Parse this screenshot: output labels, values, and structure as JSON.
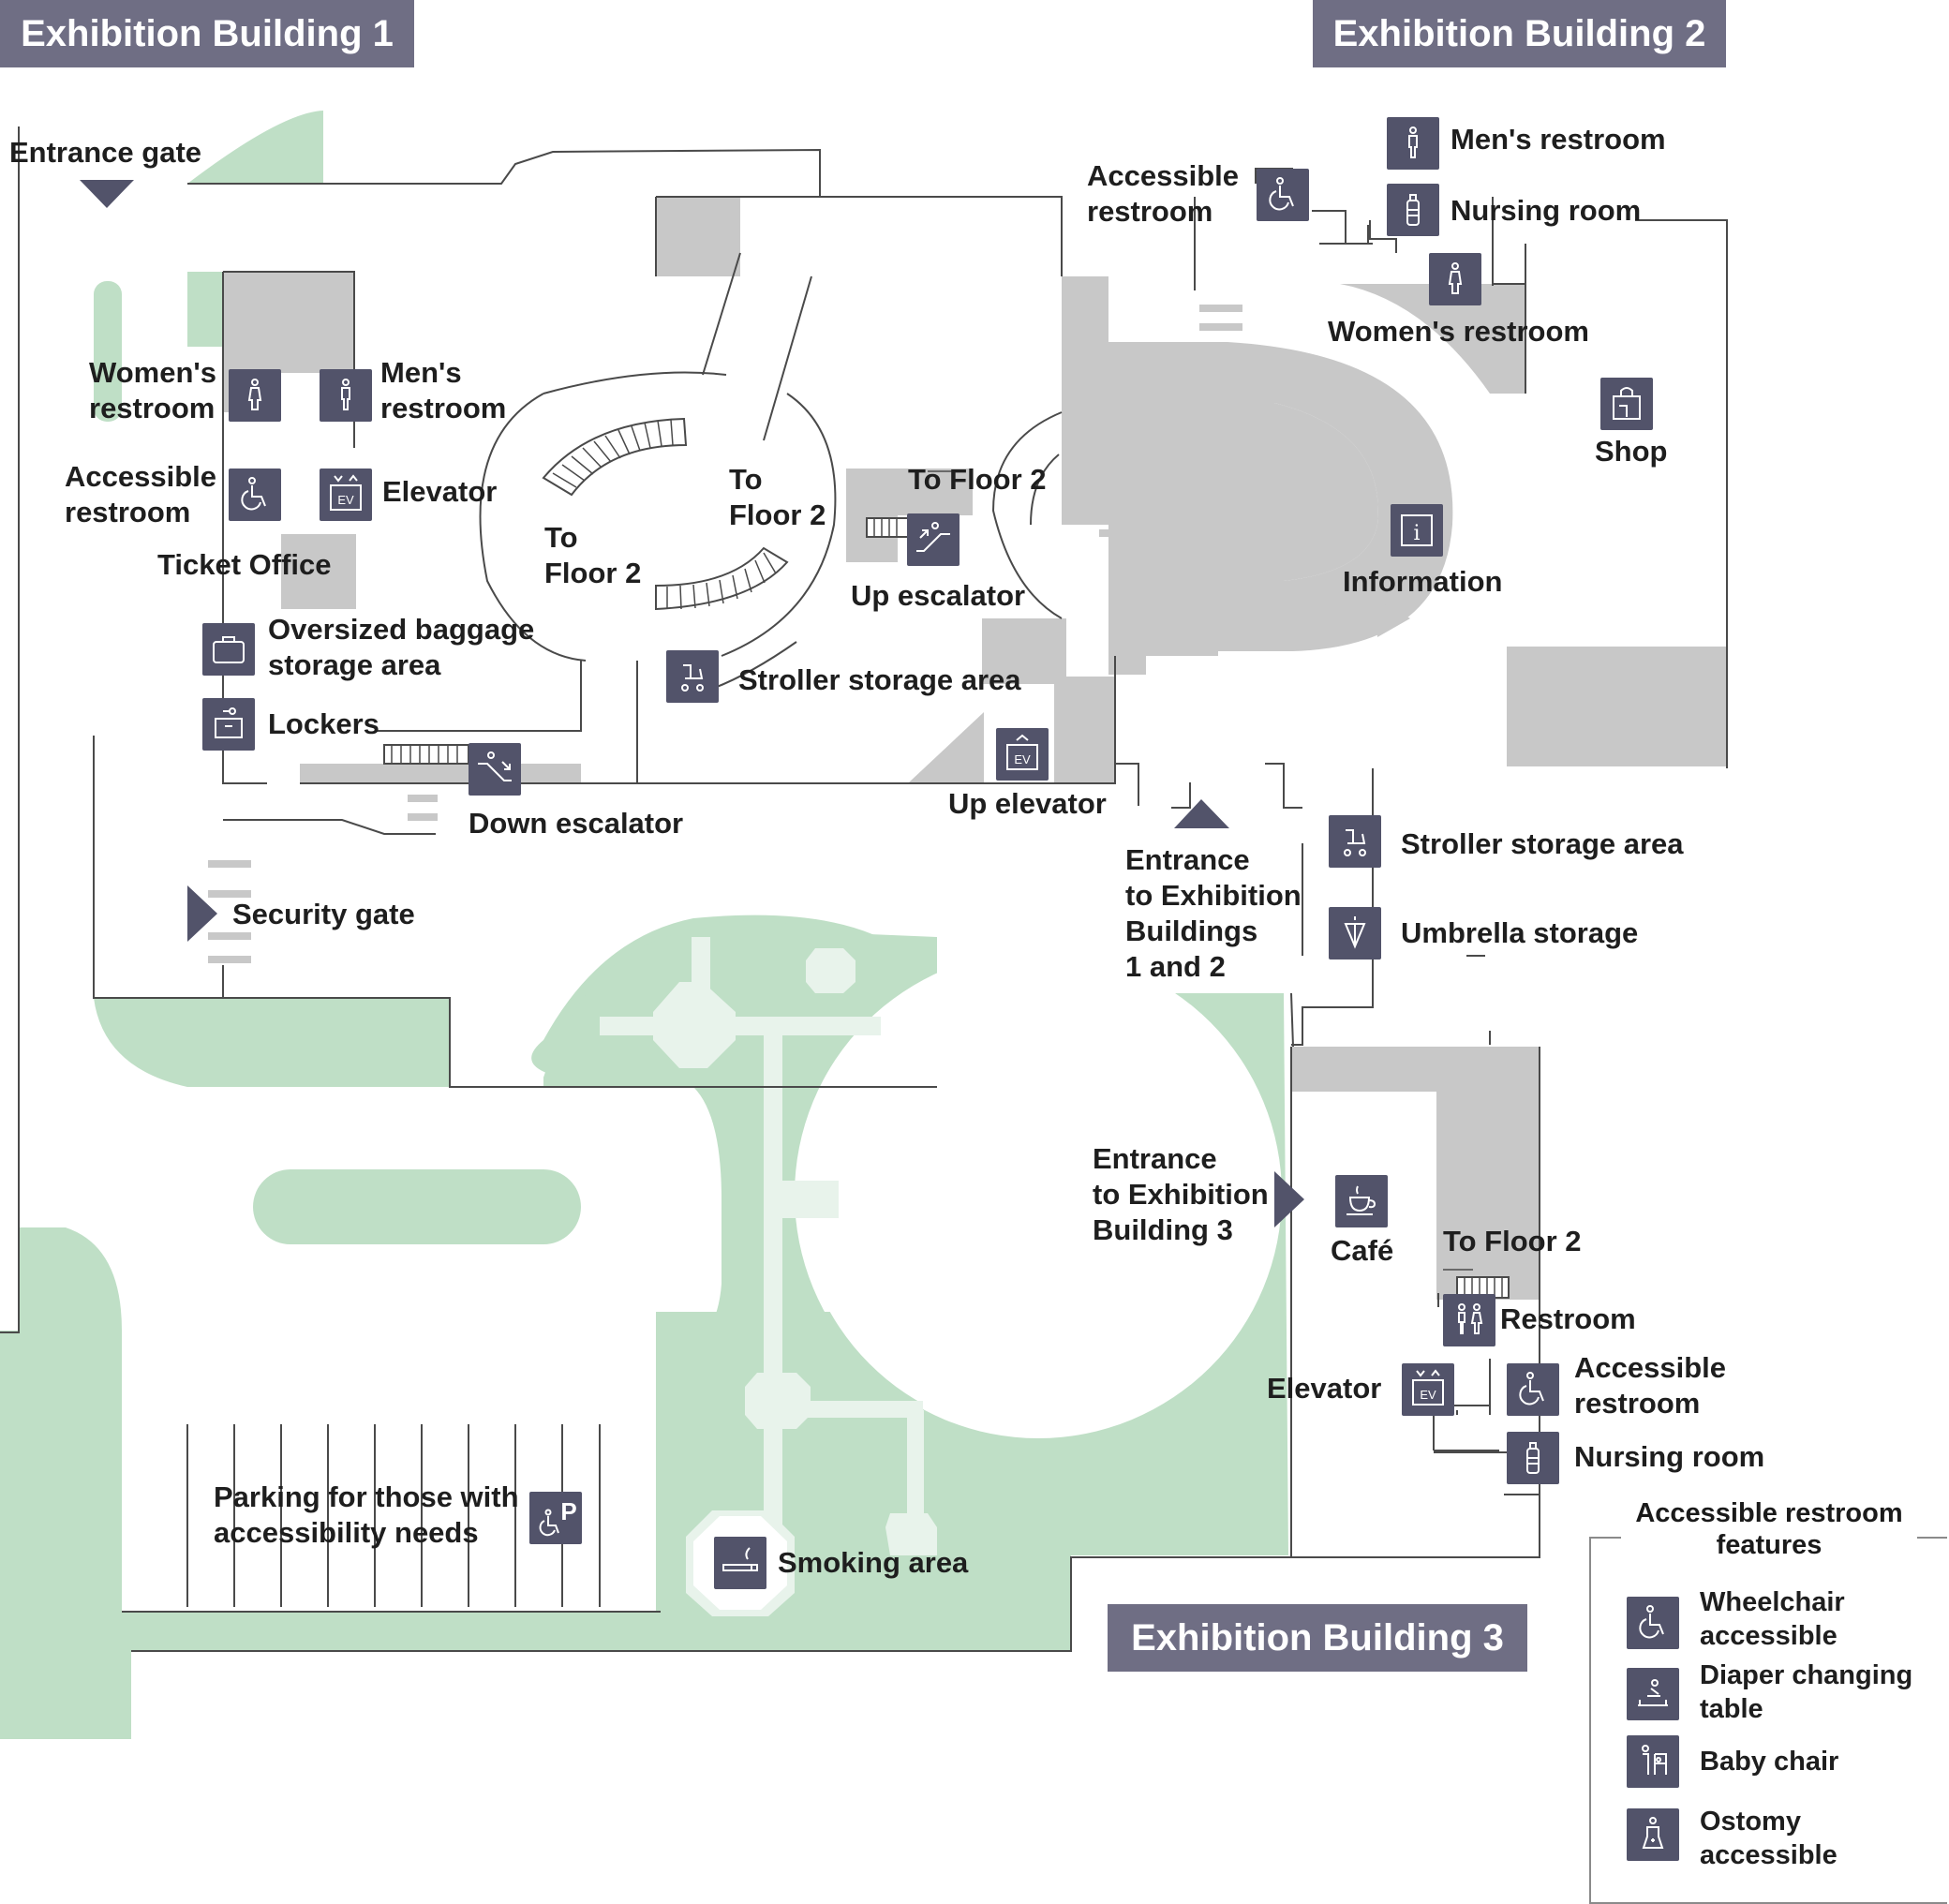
{
  "buildings": {
    "b1": "Exhibition Building 1",
    "b2": "Exhibition Building 2",
    "b3": "Exhibition Building 3"
  },
  "labels": {
    "entrance_gate": "Entrance gate",
    "womens_restroom_1": "Women's\nrestroom",
    "mens_restroom_1": "Men's\nrestroom",
    "accessible_restroom_1": "Accessible\nrestroom",
    "elevator_1": "Elevator",
    "ticket_office": "Ticket Office",
    "oversized_baggage": "Oversized baggage\nstorage area",
    "lockers": "Lockers",
    "down_escalator": "Down escalator",
    "security_gate": "Security gate",
    "to_floor2_a": "To\nFloor 2",
    "to_floor2_b": "To\nFloor 2",
    "to_floor2_c": "To Floor 2",
    "up_escalator": "Up escalator",
    "stroller_storage_1": "Stroller storage area",
    "up_elevator": "Up elevator",
    "accessible_restroom_2": "Accessible\nrestroom",
    "mens_restroom_2": "Men's restroom",
    "nursing_room_2": "Nursing room",
    "womens_restroom_2": "Women's restroom",
    "shop": "Shop",
    "information": "Information",
    "entrance_b12": "Entrance\nto Exhibition\nBuildings\n1 and 2",
    "stroller_storage_2": "Stroller storage area",
    "umbrella_storage": "Umbrella storage",
    "entrance_b3": "Entrance\nto Exhibition\nBuilding 3",
    "cafe": "Café",
    "to_floor2_d": "To Floor 2",
    "restroom_3": "Restroom",
    "elevator_3": "Elevator",
    "accessible_restroom_3": "Accessible\nrestroom",
    "nursing_room_3": "Nursing room",
    "parking": "Parking for those with\naccessibility needs",
    "smoking_area": "Smoking area"
  },
  "legend": {
    "title": "Accessible restroom\nfeatures",
    "items": [
      {
        "icon": "wheelchair-icon",
        "label": "Wheelchair\naccessible"
      },
      {
        "icon": "diaper-changing-icon",
        "label": "Diaper changing\ntable"
      },
      {
        "icon": "baby-chair-icon",
        "label": "Baby chair"
      },
      {
        "icon": "ostomy-icon",
        "label": "Ostomy\naccessible"
      }
    ]
  },
  "colors": {
    "green": "#bfdfc6",
    "light_green": "#e8f3eb",
    "gray": "#c8c8c8",
    "icon_bg": "#52536a",
    "building_tab": "#6f6e84",
    "line": "#4a4a4a"
  },
  "icon_text": {
    "ev": "EV",
    "parking_p": "P",
    "info_i": "i"
  }
}
